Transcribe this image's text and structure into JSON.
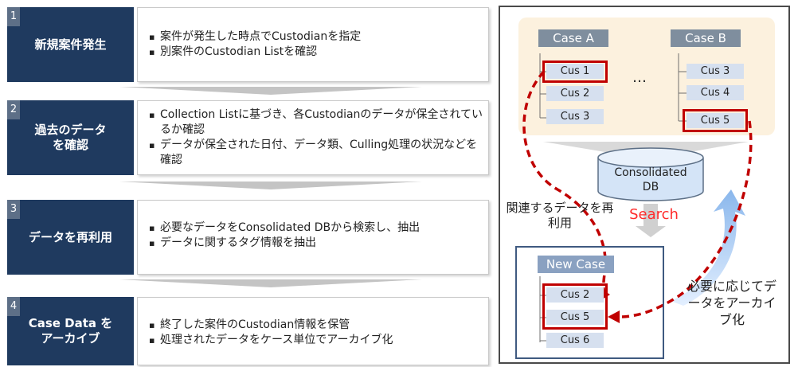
{
  "steps": [
    {
      "number": "1",
      "title": "新規案件発生",
      "bullets": [
        "案件が発生した時点でCustodianを指定",
        "別案件のCustodian Listを確認"
      ]
    },
    {
      "number": "2",
      "title": "過去のデータを確認",
      "bullets": [
        "Collection Listに基づき、各Custodianのデータが保全されているか確認",
        "データが保全された日付、データ類、Culling処理の状況などを確認"
      ]
    },
    {
      "number": "3",
      "title": "データを再利用",
      "bullets": [
        "必要なデータをConsolidated DBから検索し、抽出",
        "データに関するタグ情報を抽出"
      ]
    },
    {
      "number": "4",
      "title": "Case Data をアーカイブ",
      "bullets": [
        "終了した案件のCustodian情報を保管",
        "処理されたデータをケース単位でアーカイブ化"
      ]
    }
  ],
  "diagram": {
    "case_a": {
      "title": "Case A",
      "items": [
        "Cus 1",
        "Cus 2",
        "Cus 3"
      ]
    },
    "case_b": {
      "title": "Case B",
      "items": [
        "Cus 3",
        "Cus 4",
        "Cus 5"
      ]
    },
    "ellipsis": "…",
    "db_label": "Consolidated DB",
    "search_label": "Search",
    "reuse_label": "関連するデータを再利用",
    "archive_label": "必要に応じてデータをアーカイブ化",
    "new_case": {
      "title": "New Case",
      "items": [
        "Cus 2",
        "Cus 5",
        "Cus 6"
      ]
    }
  },
  "colors": {
    "step_box": "#1f3a5f",
    "highlight_red": "#c00000",
    "case_header": "#7f8e9e",
    "custodian_box": "#d6e0ef",
    "beige_panel": "#fcf1de",
    "archive_arrow": "#8ab7ec"
  }
}
